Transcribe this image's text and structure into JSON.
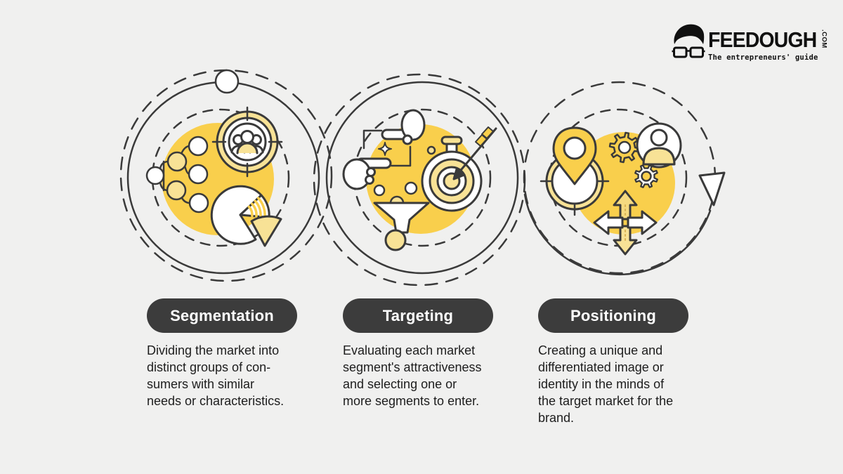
{
  "page": {
    "background": "#f0f0ef"
  },
  "colors": {
    "line": "#3a3a3a",
    "yellow": "#F9CF4C",
    "yellow_light": "#F8E296",
    "pill_bg": "#3c3c3c",
    "pill_text": "#ffffff",
    "body_text": "#1d1d1d"
  },
  "logo": {
    "brand": "FEEDOUGH",
    "tld": ".COM",
    "tagline": "The entrepreneurs' guide",
    "icon": "glasses-face-icon"
  },
  "steps": [
    {
      "label": "Segmentation",
      "description": "Dividing the market into\ndistinct groups of con-\nsumers with similar\nneeds or characteristics.",
      "icon_names": [
        "segments-tree-icon",
        "audience-target-icon",
        "pie-chart-icon"
      ]
    },
    {
      "label": "Targeting",
      "description": "Evaluating each market\nsegment's attractiveness\nand selecting one or\nmore segments to enter.",
      "icon_names": [
        "framing-hands-icon",
        "stopwatch-target-icon",
        "funnel-icon"
      ]
    },
    {
      "label": "Positioning",
      "description": "Creating a unique and\ndifferentiated image or\nidentity in the minds of\nthe target market for the\nbrand.",
      "icon_names": [
        "location-pin-target-icon",
        "gears-icon",
        "user-avatar-icon",
        "direction-arrows-icon"
      ]
    }
  ]
}
